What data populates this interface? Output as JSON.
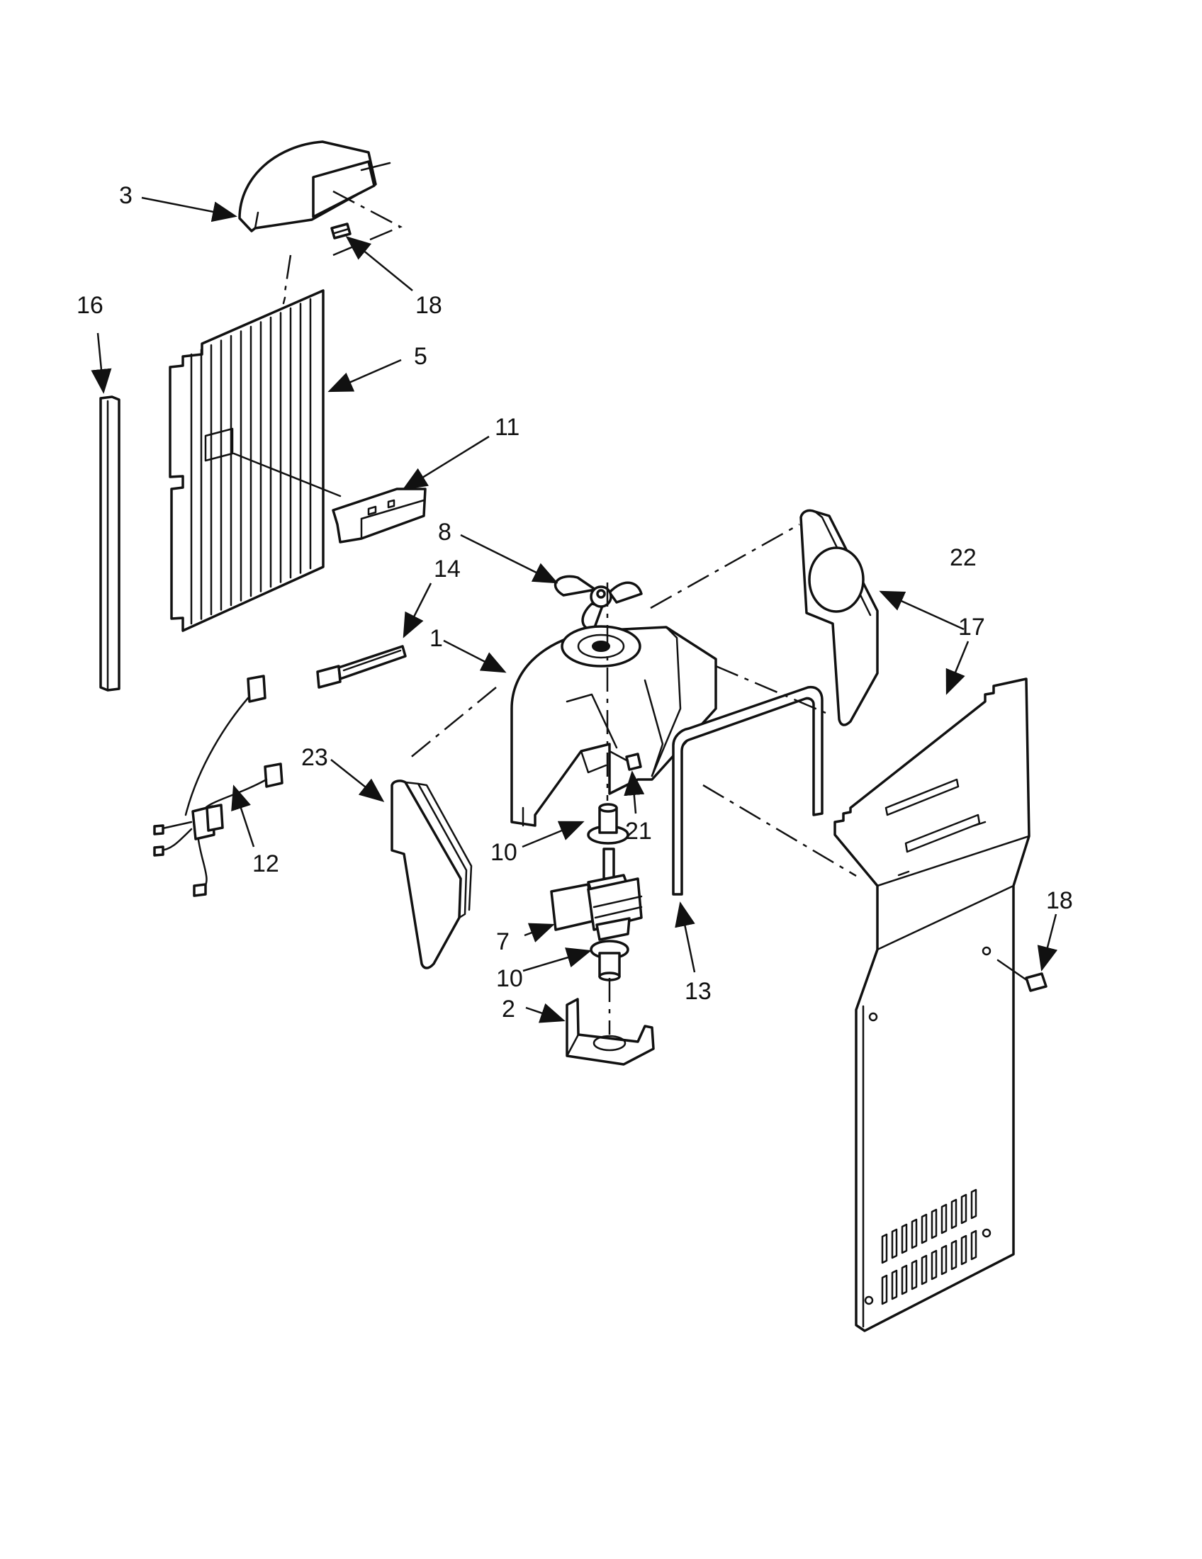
{
  "callouts": {
    "c1": "1",
    "c2": "2",
    "c3": "3",
    "c5": "5",
    "c7": "7",
    "c8": "8",
    "c10a": "10",
    "c10b": "10",
    "c11": "11",
    "c12": "12",
    "c13": "13",
    "c14": "14",
    "c16": "16",
    "c17": "17",
    "c18a": "18",
    "c18b": "18",
    "c21": "21",
    "c22": "22",
    "c23": "23"
  }
}
